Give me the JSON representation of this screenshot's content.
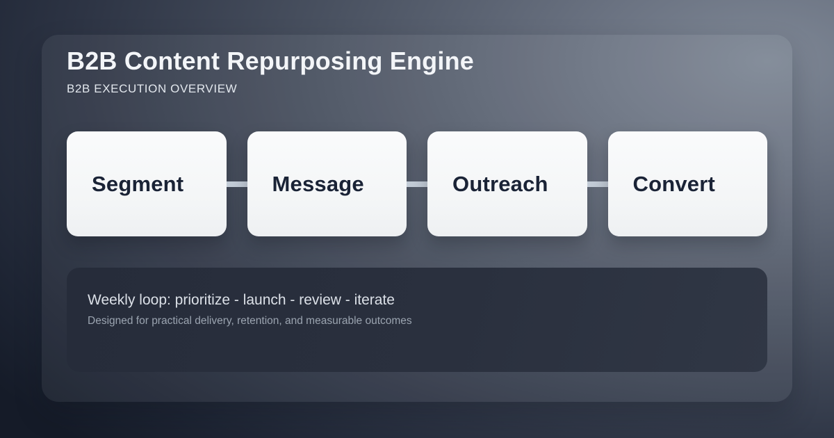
{
  "header": {
    "title": "B2B Content Repurposing Engine",
    "subtitle": "B2B EXECUTION OVERVIEW"
  },
  "flow": {
    "steps": [
      {
        "label": "Segment"
      },
      {
        "label": "Message"
      },
      {
        "label": "Outreach"
      },
      {
        "label": "Convert"
      }
    ]
  },
  "summary": {
    "line1": "Weekly loop: prioritize - launch - review - iterate",
    "line2": "Designed for practical delivery, retention, and measurable outcomes"
  },
  "colors": {
    "background_dark": "#151b28",
    "background_light": "#7e8795",
    "step_background": "#f5f7f8",
    "step_text": "#1a2336",
    "connector": "#c2cbd6",
    "panel_background": "#2a303e",
    "title_text": "#f3f5f8",
    "summary_text": "#dbe0e7",
    "summary_subtext": "#9ba4b0"
  }
}
